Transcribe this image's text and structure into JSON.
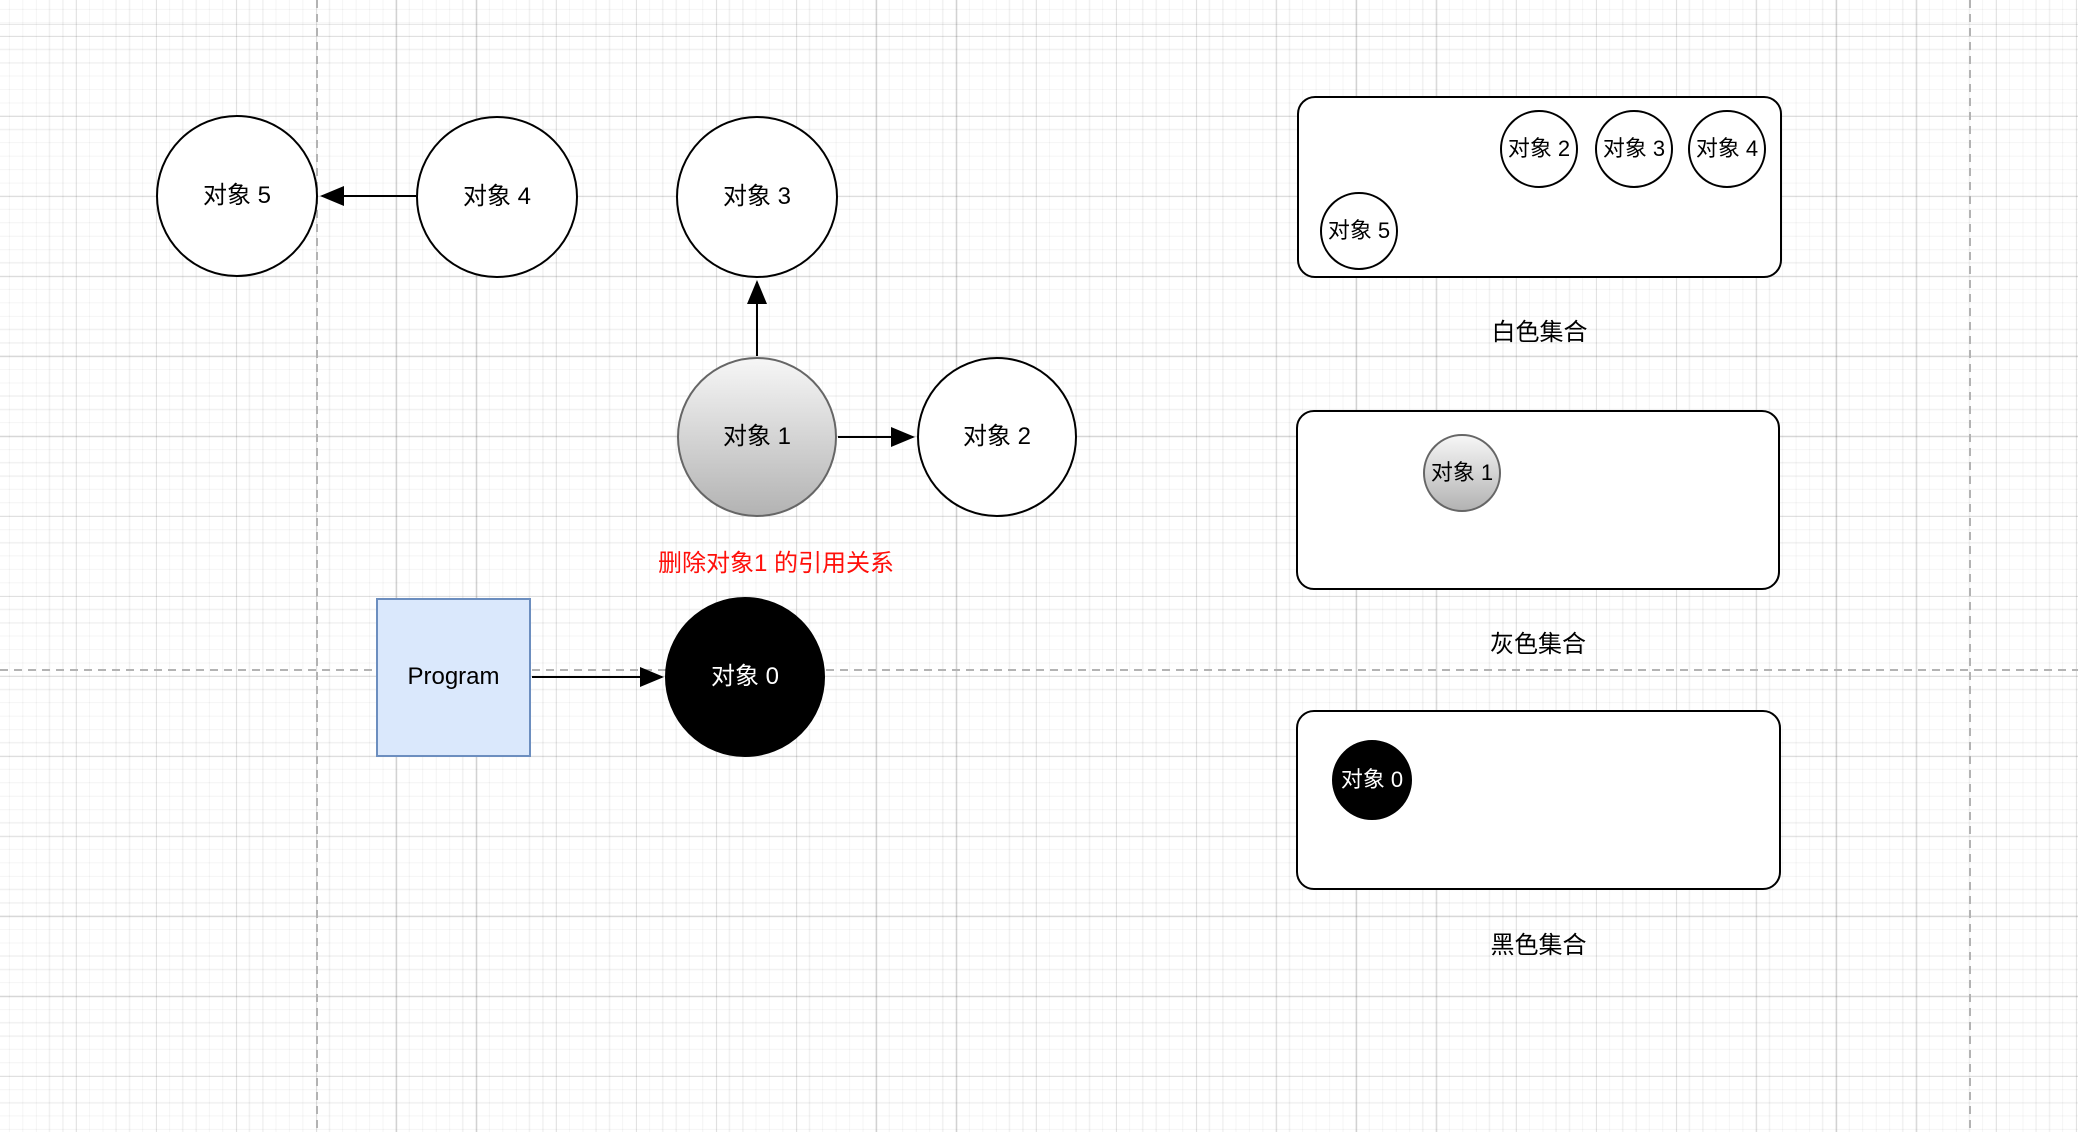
{
  "diagram": {
    "nodes": {
      "obj5": {
        "label": "对象 5"
      },
      "obj4": {
        "label": "对象 4"
      },
      "obj3": {
        "label": "对象 3"
      },
      "obj1": {
        "label": "对象 1"
      },
      "obj2": {
        "label": "对象 2"
      },
      "obj0": {
        "label": "对象 0"
      },
      "program": {
        "label": "Program"
      }
    },
    "edges": [
      {
        "from": "对象 4",
        "to": "对象 5"
      },
      {
        "from": "对象 1",
        "to": "对象 3"
      },
      {
        "from": "对象 1",
        "to": "对象 2"
      },
      {
        "from": "Program",
        "to": "对象 0"
      }
    ],
    "annotation": {
      "text": "删除对象1 的引用关系",
      "color": "#ff0f0a"
    },
    "sets": {
      "white": {
        "title": "白色集合",
        "members": [
          "对象 2",
          "对象 3",
          "对象 4",
          "对象 5"
        ]
      },
      "gray": {
        "title": "灰色集合",
        "members": [
          "对象 1"
        ]
      },
      "black": {
        "title": "黑色集合",
        "members": [
          "对象 0"
        ]
      }
    },
    "colors": {
      "node_stroke": "#000000",
      "gray_gradient_top": "#f6f6f6",
      "gray_gradient_bottom": "#b3b3b3",
      "gray_stroke": "#666666",
      "program_fill": "#dae8fc",
      "program_stroke": "#6c8ebf",
      "black_fill": "#000000",
      "black_text": "#ffffff",
      "annotation_red": "#ff0f0a",
      "guide_dash": "#b3b3b3"
    }
  }
}
